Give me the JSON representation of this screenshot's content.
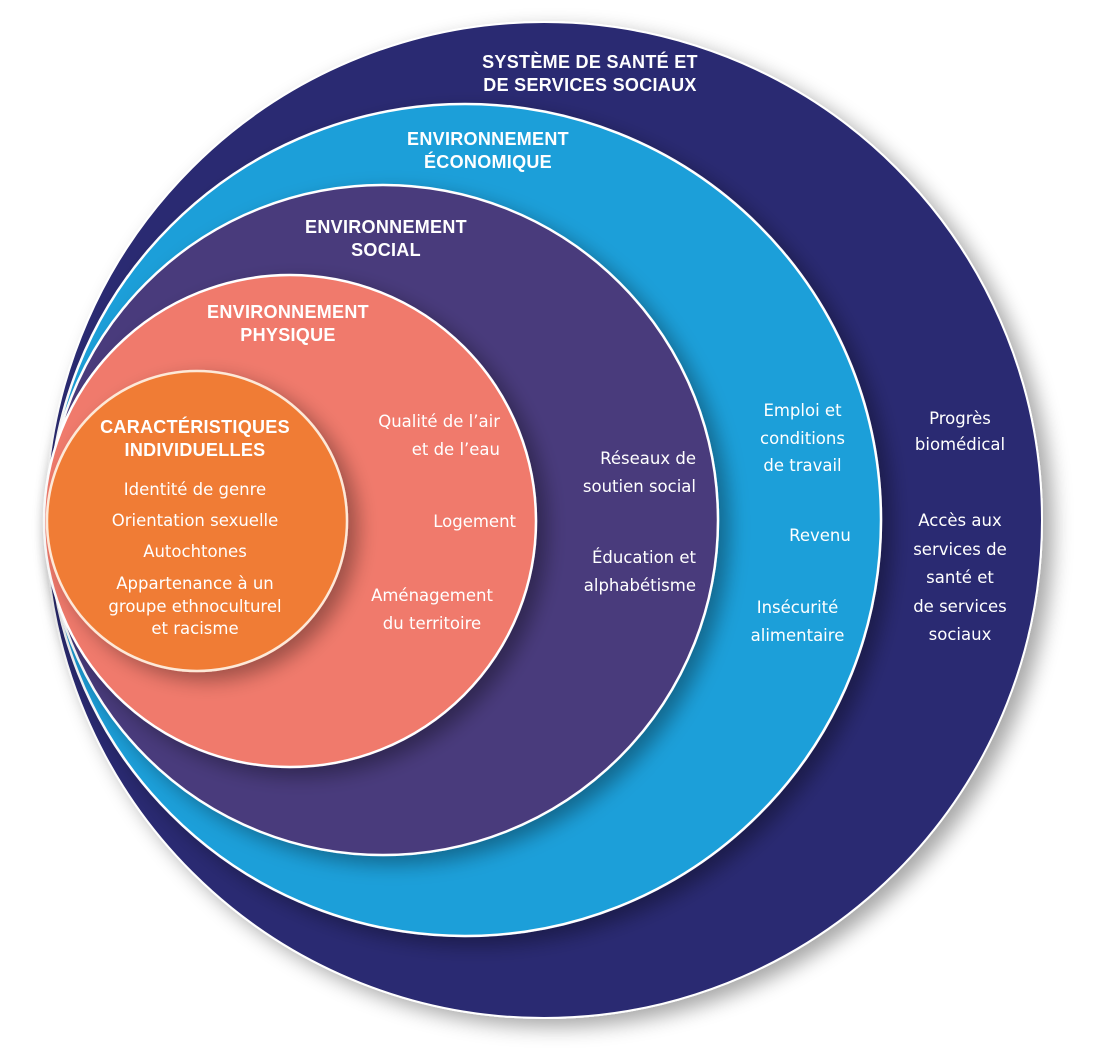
{
  "diagram": {
    "layers": [
      {
        "id": "health-system",
        "title": "SYSTÈME DE SANTÉ ET\nDE SERVICES SOCIAUX",
        "color": "#2a2a72",
        "items": [
          "Progrès\nbiomédical",
          "Accès aux\nservices de\nsanté et\nde services\nsociaux"
        ]
      },
      {
        "id": "economic",
        "title": "ENVIRONNEMENT\nÉCONOMIQUE",
        "color": "#1e9fd9",
        "items": [
          "Emploi et\nconditions\nde travail",
          "Revenu",
          "Insécurité\nalimentaire"
        ]
      },
      {
        "id": "social",
        "title": "ENVIRONNEMENT\nSOCIAL",
        "color": "#4a3a7c",
        "items": [
          "Réseaux de\nsoutien social",
          "Éducation et\nalphabétisme"
        ]
      },
      {
        "id": "physical",
        "title": "ENVIRONNEMENT\nPHYSIQUE",
        "color": "#f07a6c",
        "items": [
          "Qualité de l’air\net de l’eau",
          "Logement",
          "Aménagement\ndu territoire"
        ]
      },
      {
        "id": "individual",
        "title": "CARACTÉRISTIQUES\nINDIVIDUELLES",
        "color": "#f07c36",
        "items": [
          "Identité de genre",
          "Orientation sexuelle",
          "Autochtones",
          "Appartenance à un\ngroupe ethnoculturel\net racisme"
        ]
      }
    ]
  }
}
